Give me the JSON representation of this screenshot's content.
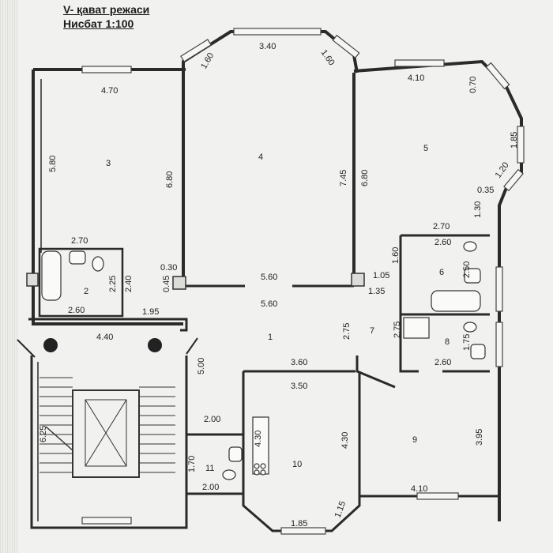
{
  "header": {
    "title": "V- қават режаси",
    "scale": "Нисбат 1:100"
  },
  "rooms": [
    "1",
    "2",
    "3",
    "4",
    "5",
    "6",
    "7",
    "8",
    "9",
    "10",
    "11"
  ],
  "dimensions": {
    "r3_width": "4.70",
    "r3_height": "5.80",
    "r3_right": "6.80",
    "r4_top": "3.40",
    "r4_left_bevel": "1.60",
    "r4_right_bevel": "1.60",
    "r4_right": "7.45",
    "r4_bottom": "5.60",
    "r5_top": "4.10",
    "r5_bevel": "0.70",
    "r5_side": "1.85",
    "r5_bevel2": "1.20",
    "r5_small": "0.35",
    "r5_left": "6.80",
    "r5_right": "1.30",
    "r2_top": "2.70",
    "r2_h1": "2.25",
    "r2_h2": "2.40",
    "r2_bottom": "2.60",
    "wall_030": "0.30",
    "wall_045": "0.45",
    "corridor_195": "1.95",
    "corridor_440": "4.40",
    "corridor_560": "5.60",
    "r1_500": "5.00",
    "r1_275": "2.75",
    "r7_275": "2.75",
    "r1_360": "3.60",
    "r10_350": "3.50",
    "r10_430": "4.30",
    "r10_430b": "4.30",
    "r10_185": "1.85",
    "r10_115": "1.15",
    "r6_270": "2.70",
    "r6_260": "2.60",
    "r6_160": "1.60",
    "r6_250": "2.50",
    "r6_105": "1.05",
    "r6_135": "1.35",
    "r8_175": "1.75",
    "r8_260": "2.60",
    "r9_395": "3.95",
    "r9_410": "4.10",
    "r11_200": "2.00",
    "r11_170": "1.70",
    "r11_200b": "2.00",
    "stair_625": "6.25"
  }
}
